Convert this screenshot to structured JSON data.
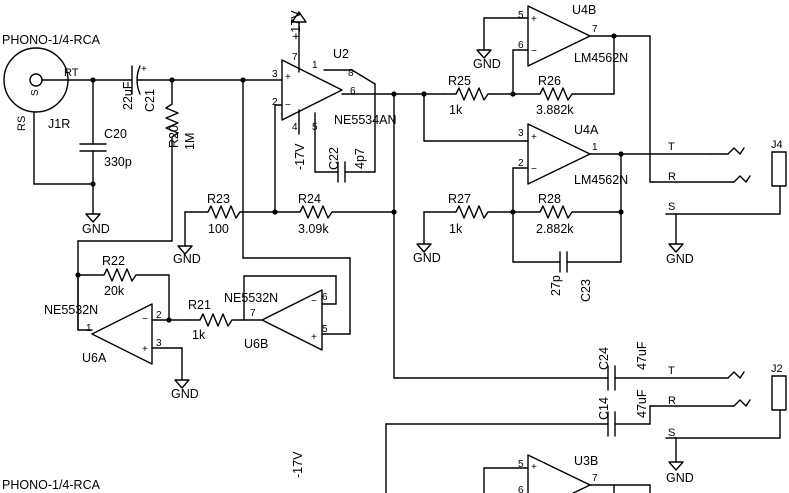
{
  "connectors": {
    "top_title": "PHONO-1/4-RCA",
    "bottom_title": "PHONO-1/4-RCA",
    "j1r": "J1R",
    "j1r_rt": "RT",
    "j1r_rs": "RS",
    "j1r_s": "S",
    "j4": "J4",
    "j2": "J2",
    "tip": "T",
    "ring": "R",
    "sleeve": "S"
  },
  "parts": {
    "c21": "C21",
    "c21_val": "22uF",
    "c20": "C20",
    "c20_val": "330p",
    "r20": "R20",
    "r20_val": "1M",
    "u2": "U2",
    "u2_part": "NE5534AN",
    "c22": "C22",
    "c22_val": "4p7",
    "r23": "R23",
    "r23_val": "100",
    "r24": "R24",
    "r24_val": "3.09k",
    "r22": "R22",
    "r22_val": "20k",
    "u6_part_a": "NE5532N",
    "u6a": "U6A",
    "r21": "R21",
    "r21_val": "1k",
    "u6_part_b": "NE5532N",
    "u6b": "U6B",
    "u4b": "U4B",
    "u4b_part": "LM4562N",
    "r25": "R25",
    "r25_val": "1k",
    "r26": "R26",
    "r26_val": "3.882k",
    "u4a": "U4A",
    "u4a_part": "LM4562N",
    "r27": "R27",
    "r27_val": "1k",
    "r28": "R28",
    "r28_val": "2.882k",
    "c23": "C23",
    "c23_val": "27p",
    "c24": "C24",
    "c24_val": "47uF",
    "c14": "C14",
    "c14_val": "47uF",
    "u3b": "U3B",
    "u3b_pin5": "5",
    "u3b_pin7": "7",
    "u3b_pin6": "6"
  },
  "power": {
    "vpos": "+17V",
    "vneg": "-17V",
    "vneg_bottom": "-17V",
    "gnd": "GND"
  },
  "pins": {
    "p1": "1",
    "p2": "2",
    "p3": "3",
    "p4": "4",
    "p5": "5",
    "p6": "6",
    "p7": "7",
    "p8": "8",
    "plus": "+",
    "minus": "−"
  }
}
